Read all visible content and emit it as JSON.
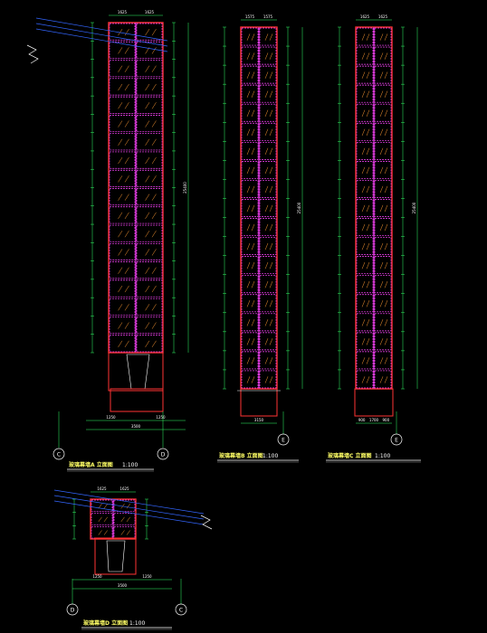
{
  "drawing": {
    "background": "#000000",
    "colors": {
      "frame": "#ff3333",
      "mullion": "#ff44ff",
      "glass_hatch": "#ff9933",
      "dimension": "#33ff66",
      "guide_blue": "#3366ff",
      "title_text": "#ffff66",
      "white": "#ffffff"
    },
    "icons": [
      "break-line",
      "axis-bubble",
      "level-marker",
      "section-callout"
    ],
    "views": [
      {
        "id": "elevation-a",
        "title": "玻璃幕墙A 立面图",
        "scale": "1:100",
        "axis_left": "C",
        "axis_right": "D",
        "panel_rows": 18,
        "panel_cols": 2,
        "overall_height_dim": "25400",
        "top_dims": [
          "1625",
          "1625"
        ],
        "bottom_dims": [
          "1250",
          "1250"
        ],
        "total_width_dim": "3500"
      },
      {
        "id": "elevation-b",
        "title": "玻璃幕墙B 立面图",
        "scale": "1:100",
        "axis_left": "",
        "axis_right": "E",
        "panel_rows": 19,
        "panel_cols": 2,
        "overall_height_dim": "25400",
        "top_dims": [
          "1575",
          "1575"
        ],
        "bottom_dims": [
          "3150"
        ],
        "total_width_dim": ""
      },
      {
        "id": "elevation-c",
        "title": "玻璃幕墙C 立面图",
        "scale": "1:100",
        "axis_left": "",
        "axis_right": "E",
        "panel_rows": 19,
        "panel_cols": 2,
        "overall_height_dim": "25400",
        "top_dims": [
          "1625",
          "1625"
        ],
        "bottom_dims": [
          "900",
          "1700",
          "900"
        ],
        "total_width_dim": ""
      },
      {
        "id": "elevation-d",
        "title": "玻璃幕墙D 立面图",
        "scale": "1:100",
        "axis_left": "D",
        "axis_right": "C",
        "panel_rows": 3,
        "panel_cols": 2,
        "overall_height_dim": "",
        "top_dims": [
          "1625",
          "1625"
        ],
        "bottom_dims": [
          "1250",
          "1250"
        ],
        "total_width_dim": "3500"
      }
    ]
  }
}
